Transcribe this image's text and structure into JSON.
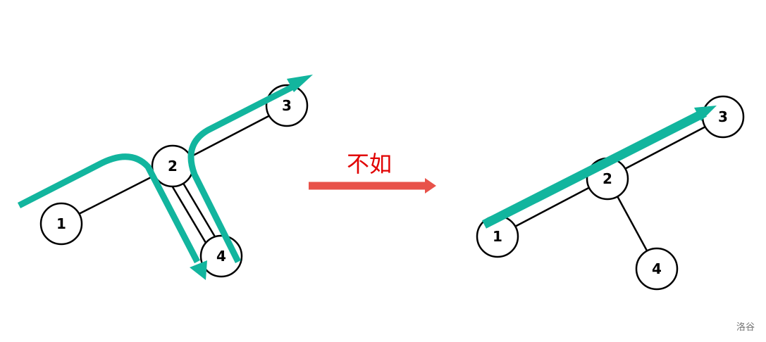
{
  "colors": {
    "path": "#12b59e",
    "arrow": "#e8524a",
    "middle_label": "#e10000",
    "edge": "#000000"
  },
  "left_tree": {
    "nodes": {
      "n1": "1",
      "n2": "2",
      "n3": "3",
      "n4": "4"
    }
  },
  "right_tree": {
    "nodes": {
      "n1": "1",
      "n2": "2",
      "n3": "3",
      "n4": "4"
    }
  },
  "middle": {
    "label": "不如"
  },
  "watermark": "洛谷"
}
